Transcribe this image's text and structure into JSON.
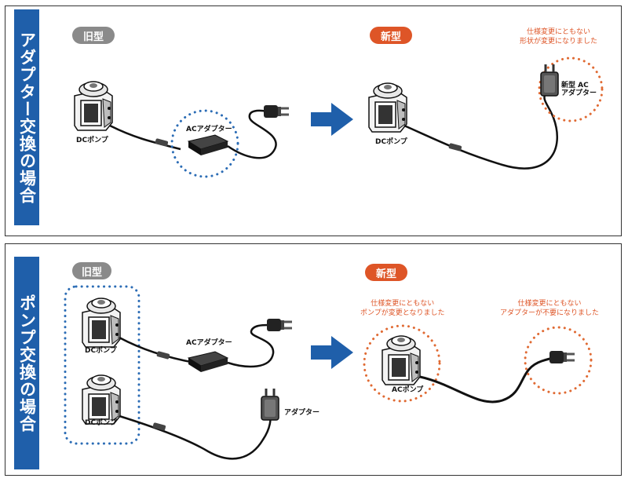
{
  "top": {
    "side_label": "アダプター交換の場合",
    "old_badge": "旧型",
    "new_badge": "新型",
    "old_pump_label": "DCポンプ",
    "old_adapter_label": "ACアダプター",
    "new_pump_label": "DCポンプ",
    "new_adapter_label_line1": "新型 AC",
    "new_adapter_label_line2": "アダプター",
    "note_line1": "仕様変更にともない",
    "note_line2": "形状が変更になりました"
  },
  "bottom": {
    "side_label": "ポンプ交換の場合",
    "old_badge": "旧型",
    "new_badge": "新型",
    "old_pump1_label": "DCポンプ",
    "old_pump2_label": "DCポンプ",
    "old_adapter1_label": "ACアダプター",
    "old_adapter2_label": "アダプター",
    "new_pump_label": "ACポンプ",
    "note_left_line1": "仕様変更にともない",
    "note_left_line2": "ポンプが変更となりました",
    "note_right_line1": "仕様変更にともない",
    "note_right_line2": "アダプターが不要になりました"
  },
  "colors": {
    "blue": "#1f5faa",
    "orange": "#de5527",
    "grey_badge": "#8a8a8a",
    "dotted_blue": "#2b6cb5",
    "dotted_orange": "#e06a33"
  },
  "icons": [
    "arrow-right-icon",
    "pump-icon",
    "plug-icon",
    "ac-adapter-icon"
  ]
}
